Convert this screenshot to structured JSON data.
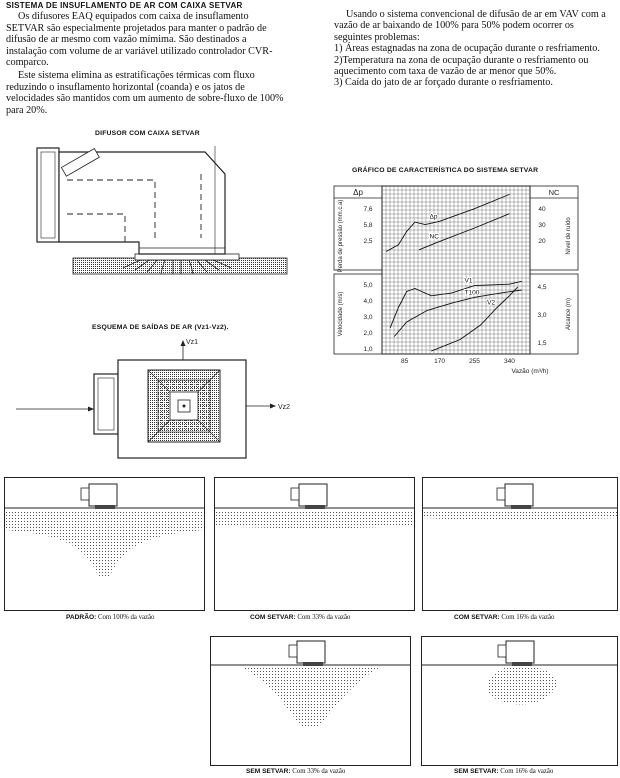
{
  "intro": {
    "title": "SISTEMA DE INSUFLAMENTO DE AR COM CAIXA SETVAR",
    "para1": "Os difusores EAQ equipados com caixa de insuflamento SETVAR são especialmente projetados para manter o padrão de difusão de ar mesmo com vazão mímima. São destinados a instalação com volume de ar variável utilizado controlador CVR- comparco.",
    "para2": "Este sistema elimina as estratificações térmicas com fluxo reduzindo o insuflamento horizontal (coanda) e os jatos de velocidades são mantidos com um aumento de sobre-fluxo de 100% para 20%."
  },
  "problems": {
    "intro": "Usando o sistema convencional de difusão de ar em VAV com a vazão de ar baixando de 100% para 50% podem ocorrer os seguintes problemas:",
    "item1": "1) Áreas estagnadas na zona de ocupação durante o resfriamento.",
    "item2": "2)Temperatura na zona de ocupação durante o resfriamento ou aquecimento com taxa de vazão de ar menor que 50%.",
    "item3": "3) Caída do jato de ar forçado durante o resfriamento."
  },
  "diffuser": {
    "caption": "DIFUSOR COM CAIXA SETVAR"
  },
  "schema": {
    "caption": "ESQUEMA DE SAÍDAS DE AR (Vz1-Vz2).",
    "vz1": "Vz1",
    "vz2": "Vz2"
  },
  "chart_data": {
    "type": "line",
    "title": "GRÁFICO DE CARACTERÍSTICA DO SISTEMA SETVAR",
    "x": [
      85,
      170,
      255,
      340
    ],
    "xlabel": "Vazão (m³/h)",
    "xticks": [
      "85",
      "170",
      "255",
      "340"
    ],
    "xlim": [
      30,
      390
    ],
    "upper": {
      "left_box": "Δp",
      "right_box": "NC",
      "left_label": "Perda de pressão (mm.c.a)",
      "right_label": "Nível de ruído",
      "left_ticks": [
        "7,6",
        "5,8",
        "2,5"
      ],
      "right_ticks": [
        "40",
        "30",
        "20"
      ],
      "ylim": [
        0,
        10
      ],
      "series": [
        {
          "name": "Δp",
          "x": [
            40,
            70,
            90,
            110,
            135,
            170,
            255,
            340
          ],
          "y": [
            2.2,
            3.0,
            4.6,
            5.7,
            5.4,
            5.8,
            7.3,
            9.0
          ]
        },
        {
          "name": "NC",
          "x": [
            120,
            170,
            255,
            340
          ],
          "y": [
            2.4,
            3.4,
            5.0,
            6.7
          ]
        }
      ]
    },
    "lower": {
      "left_label": "Velocidade (m/s)",
      "right_label": "Alcance (m)",
      "left_ticks": [
        "5,0",
        "4,0",
        "3,0",
        "2,0",
        "1,0"
      ],
      "right_ticks": [
        "4,5",
        "3,0",
        "1,5"
      ],
      "ylim": [
        0,
        5.5
      ],
      "series": [
        {
          "name": "V1",
          "x": [
            50,
            70,
            90,
            110,
            150,
            200,
            255,
            340,
            370
          ],
          "y": [
            1.8,
            3.2,
            4.3,
            4.5,
            4.0,
            4.2,
            4.7,
            4.8,
            5.0
          ]
        },
        {
          "name": "T100",
          "x": [
            60,
            90,
            140,
            200,
            255,
            320,
            370
          ],
          "y": [
            1.2,
            2.2,
            3.0,
            3.5,
            3.9,
            4.2,
            4.4
          ]
        },
        {
          "name": "V2",
          "x": [
            150,
            220,
            270,
            310,
            340,
            360
          ],
          "y": [
            0.2,
            1.0,
            2.0,
            3.2,
            4.0,
            4.6
          ]
        }
      ]
    }
  },
  "panels": [
    {
      "label": "PADRÃO:",
      "text": " Com 100% da vazão"
    },
    {
      "label": "COM SETVAR:",
      "text": " Com 33% da vazão"
    },
    {
      "label": "COM SETVAR:",
      "text": " Com 16% da vazão"
    },
    {
      "label": "SEM SETVAR:",
      "text": " Com 33% da vazão"
    },
    {
      "label": "SEM SETVAR:",
      "text": " Com 16% da vazão"
    }
  ]
}
